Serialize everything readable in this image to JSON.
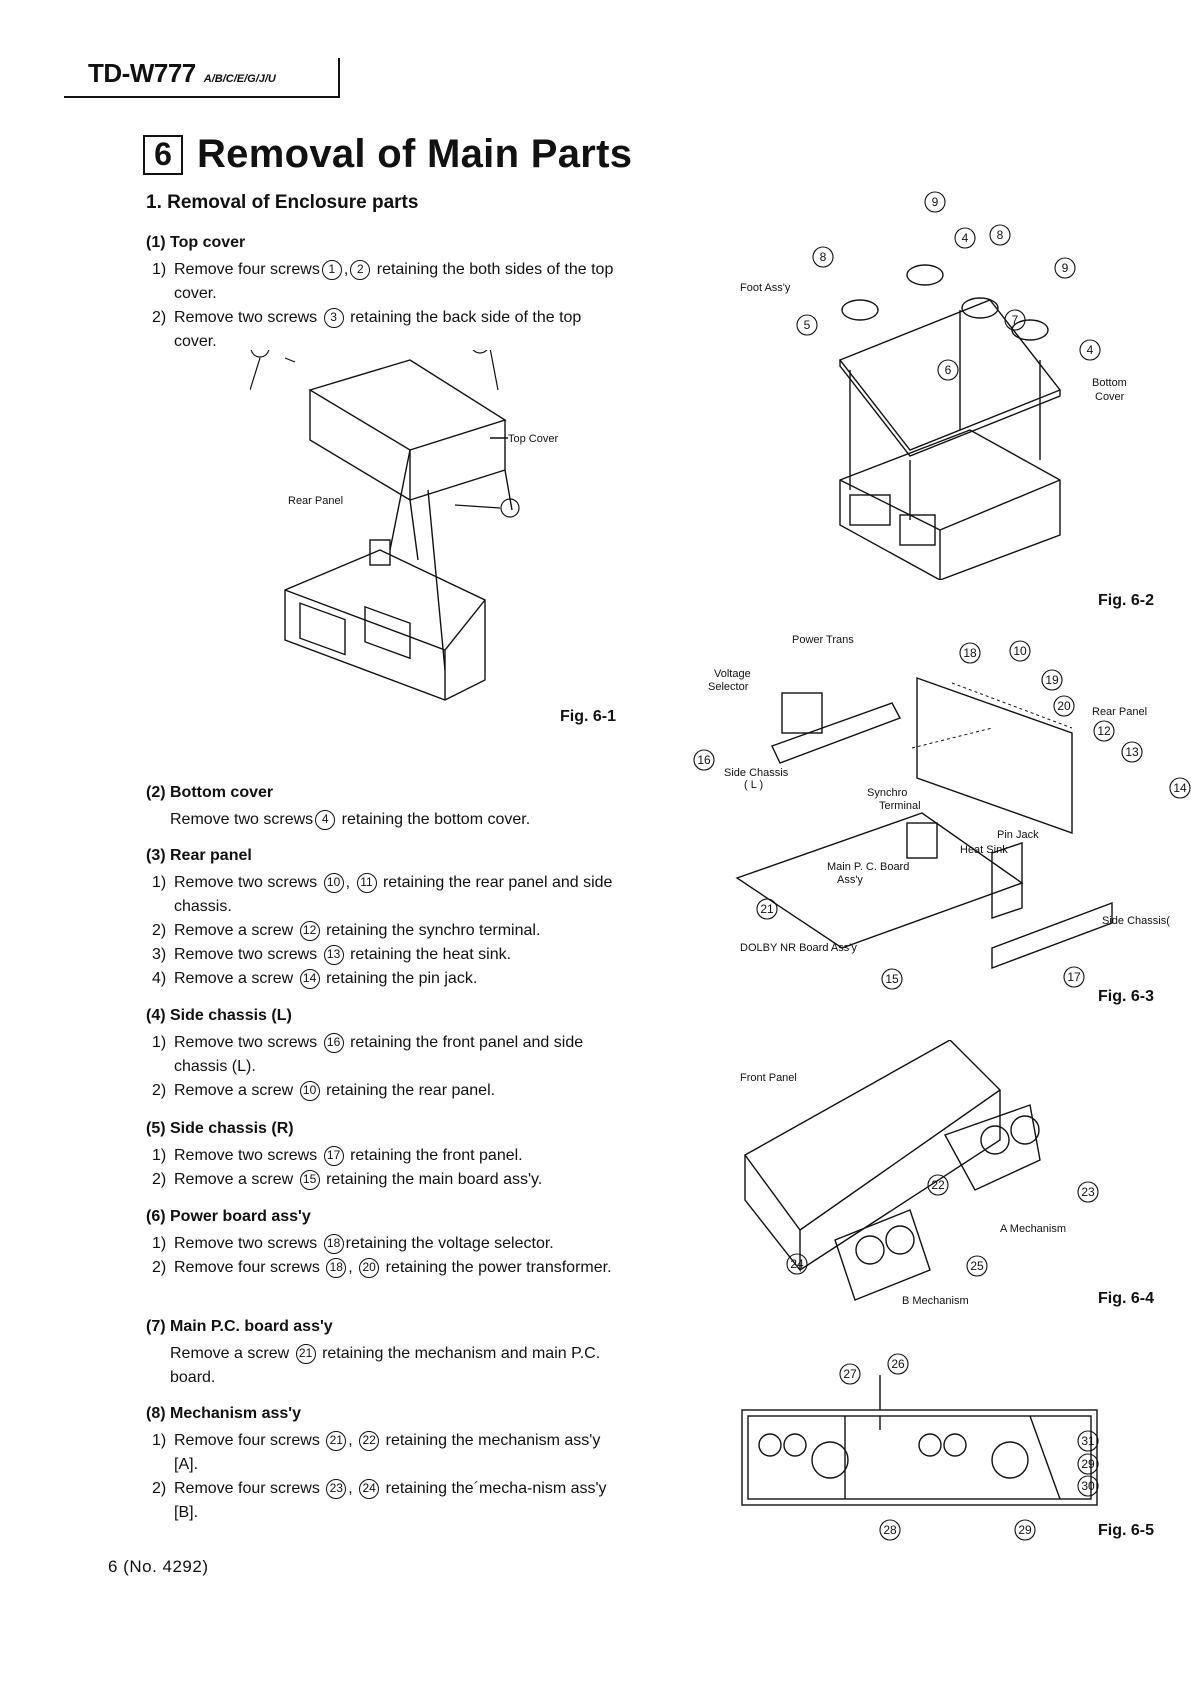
{
  "header": {
    "model": "TD-W777",
    "variants": "A/B/C/E/G/J/U"
  },
  "section": {
    "number": "6",
    "title": "Removal of Main Parts"
  },
  "subsection": "1. Removal of Enclosure parts",
  "blocks": {
    "top_cover": {
      "heading": "(1) Top cover",
      "steps": [
        {
          "n": "1)",
          "a": "Remove four screws",
          "c1": "1",
          "c2": "2",
          "b": "retaining the both sides of the top cover."
        },
        {
          "n": "2)",
          "a": "Remove two screws",
          "c1": "3",
          "b": "retaining the back side of the top cover."
        }
      ]
    },
    "bottom_cover": {
      "heading": "(2) Bottom cover",
      "a": "Remove two screws",
      "c1": "4",
      "b": "retaining the bottom cover."
    },
    "rear_panel": {
      "heading": "(3) Rear panel",
      "steps": [
        {
          "n": "1)",
          "a": "Remove two screws",
          "c1": "10",
          "c2": "11",
          "b": "retaining the rear panel and side chassis."
        },
        {
          "n": "2)",
          "a": "Remove a screw",
          "c1": "12",
          "b": "retaining the synchro terminal."
        },
        {
          "n": "3)",
          "a": "Remove two screws",
          "c1": "13",
          "b": "retaining the heat sink."
        },
        {
          "n": "4)",
          "a": "Remove a screw",
          "c1": "14",
          "b": "retaining the pin jack."
        }
      ]
    },
    "side_chassis_l": {
      "heading": "(4) Side chassis (L)",
      "steps": [
        {
          "n": "1)",
          "a": "Remove two screws",
          "c1": "16",
          "b": "retaining the front panel and side chassis (L)."
        },
        {
          "n": "2)",
          "a": "Remove a screw",
          "c1": "10",
          "b": "retaining the rear panel."
        }
      ]
    },
    "side_chassis_r": {
      "heading": "(5) Side chassis (R)",
      "steps": [
        {
          "n": "1)",
          "a": "Remove two screws",
          "c1": "17",
          "b": "retaining the front panel."
        },
        {
          "n": "2)",
          "a": "Remove a screw",
          "c1": "15",
          "b": "retaining the main board ass'y."
        }
      ]
    },
    "power_board": {
      "heading": "(6) Power board ass'y",
      "steps": [
        {
          "n": "1)",
          "a": "Remove two screws",
          "c1": "18",
          "b": "retaining the voltage selector."
        },
        {
          "n": "2)",
          "a": "Remove four screws",
          "c1": "18",
          "c2": "20",
          "b": "retaining the power transformer."
        }
      ]
    },
    "main_pc_board": {
      "heading": "(7) Main P.C. board ass'y",
      "a": "Remove a screw",
      "c1": "21",
      "b": "retaining the mechanism and main P.C. board."
    },
    "mechanism": {
      "heading": "(8) Mechanism ass'y",
      "steps": [
        {
          "n": "1)",
          "a": "Remove four screws",
          "c1": "21",
          "c2": "22",
          "b": "retaining the mechanism ass'y [A]."
        },
        {
          "n": "2)",
          "a": "Remove four screws",
          "c1": "23",
          "c2": "24",
          "b": "retaining the´mecha-nism ass'y [B]."
        }
      ]
    }
  },
  "figures": {
    "fig1": {
      "label": "Fig. 6-1",
      "top_cover": "Top Cover",
      "rear_panel": "Rear Panel"
    },
    "fig2": {
      "label": "Fig. 6-2",
      "foot": "Foot Ass'y",
      "bottom": "Bottom",
      "cover": "Cover"
    },
    "fig3": {
      "label": "Fig. 6-3",
      "power_trans": "Power Trans",
      "voltage": "Voltage",
      "selector": "Selector",
      "side_chassis_l": "Side Chassis",
      "side_l": "( L )",
      "synchro": "Synchro",
      "terminal": "Terminal",
      "rear_panel": "Rear Panel",
      "pin_jack": "Pin Jack",
      "heat_sink": "Heat Sink",
      "main_pc": "Main P. C. Board",
      "assy": "Ass'y",
      "dolby": "DOLBY NR Board Ass'y",
      "side_chassis_r": "Side Chassis("
    },
    "fig4": {
      "label": "Fig. 6-4",
      "front_panel": "Front Panel",
      "a_mech": "A Mechanism",
      "b_mech": "B Mechanism"
    },
    "fig5": {
      "label": "Fig. 6-5"
    }
  },
  "footer": {
    "page": "6 (No. 4292)"
  }
}
